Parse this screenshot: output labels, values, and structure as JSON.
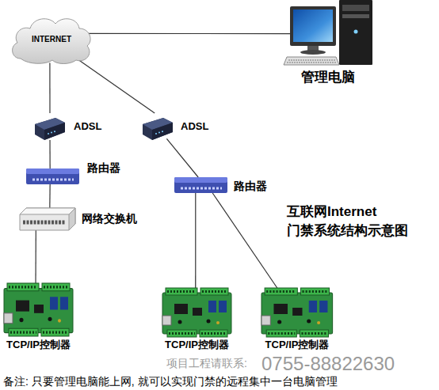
{
  "diagram": {
    "title": "互联网Internet 门禁系统结构示意图",
    "caption": "备注: 只要管理电脑能上网, 就可以实现门禁的远程集中一台电脑管理",
    "nodes": [
      {
        "text": [
          "INTERNET"
        ]
      },
      {
        "text": [
          "管理电脑"
        ]
      },
      {
        "text": [
          "ADSL"
        ]
      },
      {
        "text": [
          "ADSL"
        ]
      },
      {
        "text": [
          "路由器"
        ]
      },
      {
        "text": [
          "路由器"
        ]
      },
      {
        "text": [
          "网络交换机"
        ]
      },
      {
        "text": [
          "TCP/IP控制器"
        ]
      },
      {
        "text": [
          "TCP/IP控制器"
        ]
      },
      {
        "text": [
          "TCP/IP控制器"
        ]
      }
    ],
    "edges": [
      {
        "from": 0,
        "to": 1,
        "arrow": "none"
      },
      {
        "from": 0,
        "to": 2,
        "arrow": "none"
      },
      {
        "from": 0,
        "to": 3,
        "arrow": "none"
      },
      {
        "from": 2,
        "to": 4,
        "arrow": "none"
      },
      {
        "from": 3,
        "to": 5,
        "arrow": "none"
      },
      {
        "from": 4,
        "to": 6,
        "arrow": "none"
      },
      {
        "from": 6,
        "to": 7,
        "arrow": "none"
      },
      {
        "from": 5,
        "to": 8,
        "arrow": "none"
      },
      {
        "from": 5,
        "to": 9,
        "arrow": "none"
      }
    ],
    "labels": [
      "项目工程请联系:",
      "0755-88822630"
    ]
  }
}
